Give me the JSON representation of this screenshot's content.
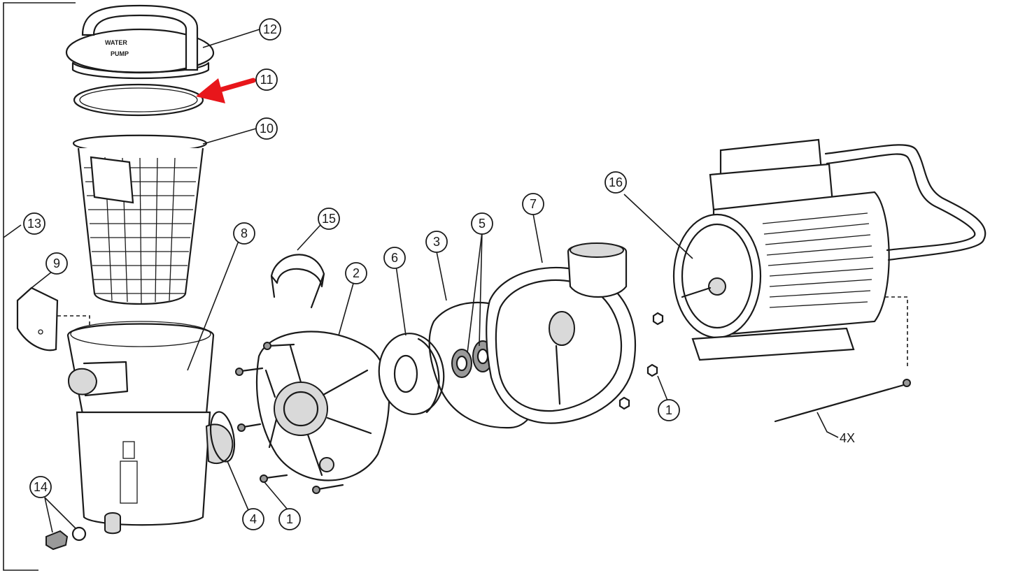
{
  "callouts": {
    "c1a": "1",
    "c1b": "1",
    "c2": "2",
    "c3": "3",
    "c4": "4",
    "c5": "5",
    "c6": "6",
    "c7": "7",
    "c8": "8",
    "c9": "9",
    "c10": "10",
    "c11": "11",
    "c12": "12",
    "c13": "13",
    "c14": "14",
    "c15": "15",
    "c16": "16"
  },
  "note": "4X",
  "lid_text": [
    "WATER",
    "PUMP"
  ],
  "highlight": {
    "target": "11",
    "arrow_color": "#e8161b"
  }
}
